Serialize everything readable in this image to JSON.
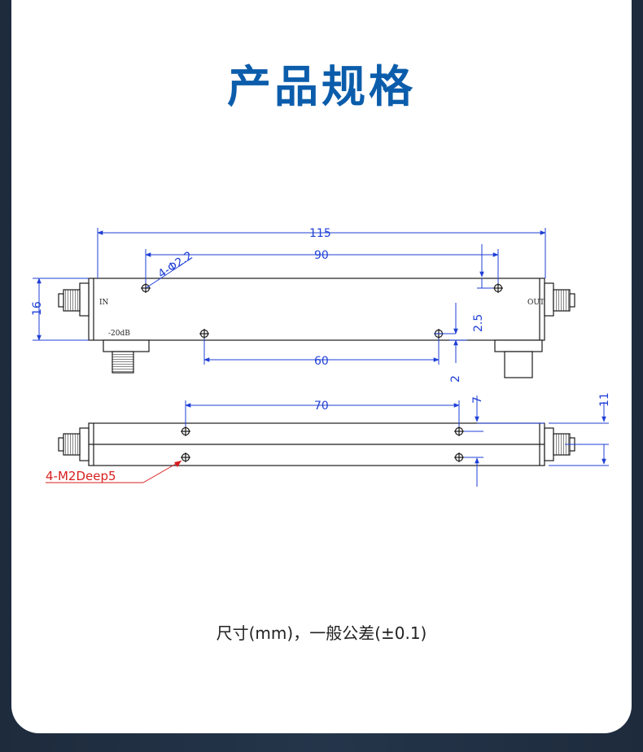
{
  "page": {
    "title": "产品规格"
  },
  "drawing": {
    "dimensions": {
      "overall_length": "115",
      "hole_spacing_top": "90",
      "hole_spacing_bottom": "60",
      "height_left": "16",
      "hole_offset_right": "2.5",
      "coupled_offset": "2",
      "side_hole_spacing": "70",
      "side_hole_offset": "7",
      "side_height": "11"
    },
    "labels": {
      "input": "IN",
      "output": "OUT",
      "coupling": "-20dB",
      "hole_spec": "4-Φ2.2",
      "tap_spec": "4-M2Deep5"
    }
  },
  "caption": "尺寸(mm)，一般公差(±0.1)",
  "colors": {
    "title": "#0b5dab",
    "dimension": "#1f3fd6",
    "annotation": "#d81e1e",
    "outline": "#1a1a1a"
  }
}
